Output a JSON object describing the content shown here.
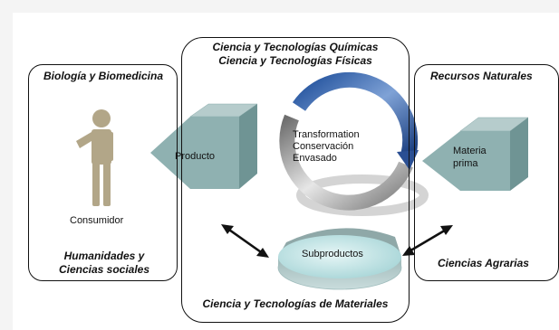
{
  "panels": {
    "left": {
      "title": "Biología y Biomedicina",
      "person_label": "Consumidor",
      "footer_line1": "Humanidades y",
      "footer_line2": "Ciencias sociales"
    },
    "center": {
      "title_line1": "Ciencia y Tecnologías Químicas",
      "title_line2": "Ciencia y Tecnologías Físicas",
      "footer": "Ciencia y Tecnologías de Materiales"
    },
    "right": {
      "title": "Recursos Naturales",
      "footer": "Ciencias Agrarias"
    }
  },
  "blocks": {
    "product": "Producto",
    "raw_material_line1": "Materia",
    "raw_material_line2": "prima",
    "byproducts": "Subproductos"
  },
  "ring": {
    "line1": "Transformation",
    "line2": "Conservación",
    "line3": "Envasado"
  },
  "colors": {
    "block_front": "#8fb1b1",
    "block_top": "#b6cccc",
    "block_side": "#6f9494",
    "person": "#b2a688",
    "ring_blue": "#3c66a8",
    "ring_grey": "#9a9a9a",
    "disc": "#bfe6e6"
  }
}
